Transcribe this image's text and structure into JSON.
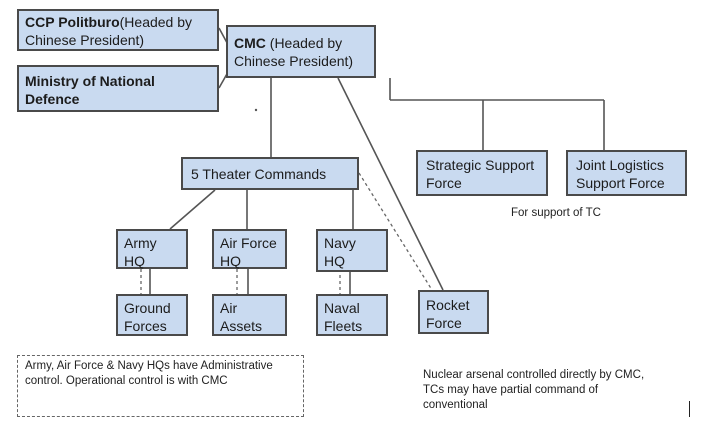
{
  "nodes": {
    "politburo": {
      "title": "CCP Politburo",
      "sub": "(Headed by Chinese President)"
    },
    "mnd": {
      "title": "Ministry of National Defence"
    },
    "cmc": {
      "title": "CMC",
      "sub": " (Headed by Chinese President)"
    },
    "theater": {
      "label": "5 Theater Commands"
    },
    "ssf": {
      "label": "Strategic Support Force"
    },
    "jlsf": {
      "label": "Joint Logistics Support Force"
    },
    "army_hq": {
      "label": "Army HQ"
    },
    "airforce_hq": {
      "label": "Air Force HQ"
    },
    "navy_hq": {
      "label": "Navy HQ"
    },
    "ground": {
      "label": "Ground Forces"
    },
    "air_assets": {
      "label": "Air Assets"
    },
    "naval": {
      "label": "Naval Fleets"
    },
    "rocket": {
      "label": "Rocket Force"
    }
  },
  "notes": {
    "support": "For support of TC",
    "admin": "Army, Air Force & Navy HQs have Administrative control. Operational control is with CMC",
    "nuclear": "Nuclear arsenal controlled directly by CMC, TCs may have partial command of conventional"
  },
  "colors": {
    "box_fill": "#c9daf0",
    "box_border": "#4a4a4a",
    "line": "#555555"
  }
}
